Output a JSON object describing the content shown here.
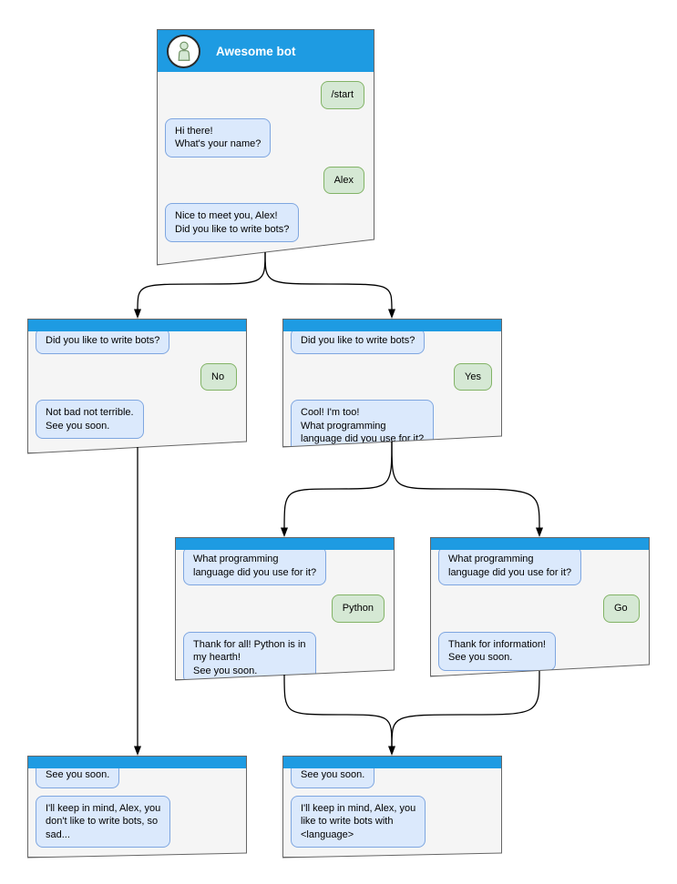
{
  "diagram": {
    "colors": {
      "header_blue": "#1e9be2",
      "window_fill": "#f5f5f5",
      "window_border": "#666666",
      "bot_bubble_fill": "#dbe9fc",
      "bot_bubble_border": "#7ea6e0",
      "user_bubble_fill": "#d5e8d4",
      "user_bubble_border": "#82b366",
      "connector": "#000000"
    },
    "windows": [
      {
        "name": "root",
        "title": "Awesome bot",
        "avatar_icon": "person-icon",
        "messages": [
          {
            "from": "user",
            "text": "/start"
          },
          {
            "from": "bot",
            "text": "Hi there!\nWhat's your name?"
          },
          {
            "from": "user",
            "text": "Alex"
          },
          {
            "from": "bot",
            "text": "Nice to meet you, Alex!\nDid you like to write bots?"
          }
        ]
      },
      {
        "name": "branch-no",
        "messages": [
          {
            "from": "bot",
            "text": "Did you like to write bots?"
          },
          {
            "from": "user",
            "text": "No"
          },
          {
            "from": "bot",
            "text": "Not bad not terrible.\nSee you soon."
          }
        ]
      },
      {
        "name": "branch-yes",
        "messages": [
          {
            "from": "bot",
            "text": "Did you like to write bots?"
          },
          {
            "from": "user",
            "text": "Yes"
          },
          {
            "from": "bot",
            "text": "Cool! I'm too!\nWhat programming\nlanguage did you use for it?"
          }
        ]
      },
      {
        "name": "branch-python",
        "messages": [
          {
            "from": "bot",
            "text": "What programming\nlanguage did you use for it?"
          },
          {
            "from": "user",
            "text": "Python"
          },
          {
            "from": "bot",
            "text": "Thank for all! Python is in\nmy hearth!\nSee you soon."
          }
        ]
      },
      {
        "name": "branch-go",
        "messages": [
          {
            "from": "bot",
            "text": "What programming\nlanguage did you use for it?"
          },
          {
            "from": "user",
            "text": "Go"
          },
          {
            "from": "bot",
            "text": "Thank for information!\nSee you soon."
          }
        ]
      },
      {
        "name": "end-no",
        "messages": [
          {
            "from": "bot",
            "text": "See you soon."
          },
          {
            "from": "bot",
            "text": "I'll keep in mind, Alex, you\ndon't like to write bots, so\nsad..."
          }
        ]
      },
      {
        "name": "end-yes",
        "messages": [
          {
            "from": "bot",
            "text": "See you soon."
          },
          {
            "from": "bot",
            "text": "I'll keep in mind, Alex, you\nlike to write bots with\n<language>"
          }
        ]
      }
    ]
  }
}
